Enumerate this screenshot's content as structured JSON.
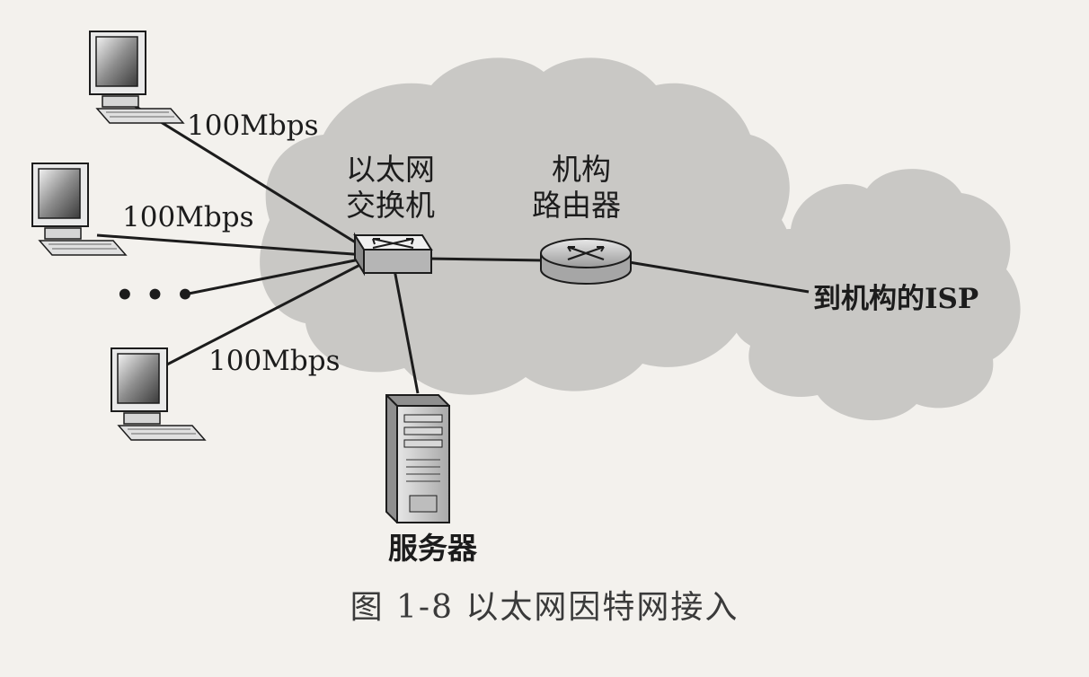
{
  "diagram": {
    "links": {
      "pc1": "100Mbps",
      "pc2": "100Mbps",
      "pc4": "100Mbps"
    },
    "ellipsis": "• • •",
    "switch": {
      "line1": "以太网",
      "line2": "交换机",
      "icon": "switch-icon"
    },
    "router": {
      "line1": "机构",
      "line2": "路由器",
      "icon": "router-icon"
    },
    "isp_label": "到机构的ISP",
    "server_label": "服务器",
    "caption": "图 1-8   以太网因特网接入"
  },
  "colors": {
    "cloud": "#c9c8c5",
    "background": "#f3f1ed",
    "line": "#1c1c1c"
  }
}
